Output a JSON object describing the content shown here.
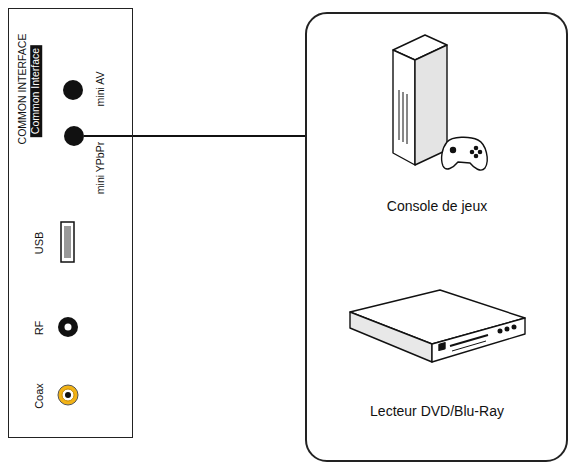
{
  "diagram": {
    "nodes": [
      {
        "text": [
          "COMMON INTERFACE",
          "Common Interface",
          "mini AV",
          "USB",
          "RF",
          "Coax"
        ]
      },
      {
        "text": [
          "mini YPbPr"
        ],
        "in": 0
      },
      {
        "text": [
          "Console de jeux",
          "Lecteur DVD/Blu-Ray"
        ]
      }
    ],
    "edges": [
      {
        "from": 1,
        "to": 2,
        "arrow": "none"
      }
    ]
  }
}
